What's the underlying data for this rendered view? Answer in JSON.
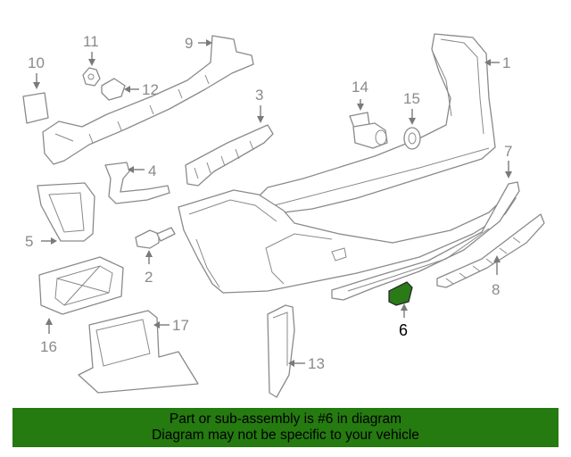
{
  "diagram": {
    "highlight_color": "#2a7a18",
    "callouts": [
      {
        "id": "1",
        "label": "1"
      },
      {
        "id": "2",
        "label": "2"
      },
      {
        "id": "3",
        "label": "3"
      },
      {
        "id": "4",
        "label": "4"
      },
      {
        "id": "5",
        "label": "5"
      },
      {
        "id": "6",
        "label": "6",
        "highlighted": true
      },
      {
        "id": "7",
        "label": "7"
      },
      {
        "id": "8",
        "label": "8"
      },
      {
        "id": "9",
        "label": "9"
      },
      {
        "id": "10",
        "label": "10"
      },
      {
        "id": "11",
        "label": "11"
      },
      {
        "id": "12",
        "label": "12"
      },
      {
        "id": "13",
        "label": "13"
      },
      {
        "id": "14",
        "label": "14"
      },
      {
        "id": "15",
        "label": "15"
      },
      {
        "id": "16",
        "label": "16"
      },
      {
        "id": "17",
        "label": "17"
      }
    ]
  },
  "banner": {
    "color": "#257a10",
    "line1": "Part or sub-assembly is #6 in diagram",
    "line2": "Diagram may not be specific to your vehicle"
  }
}
